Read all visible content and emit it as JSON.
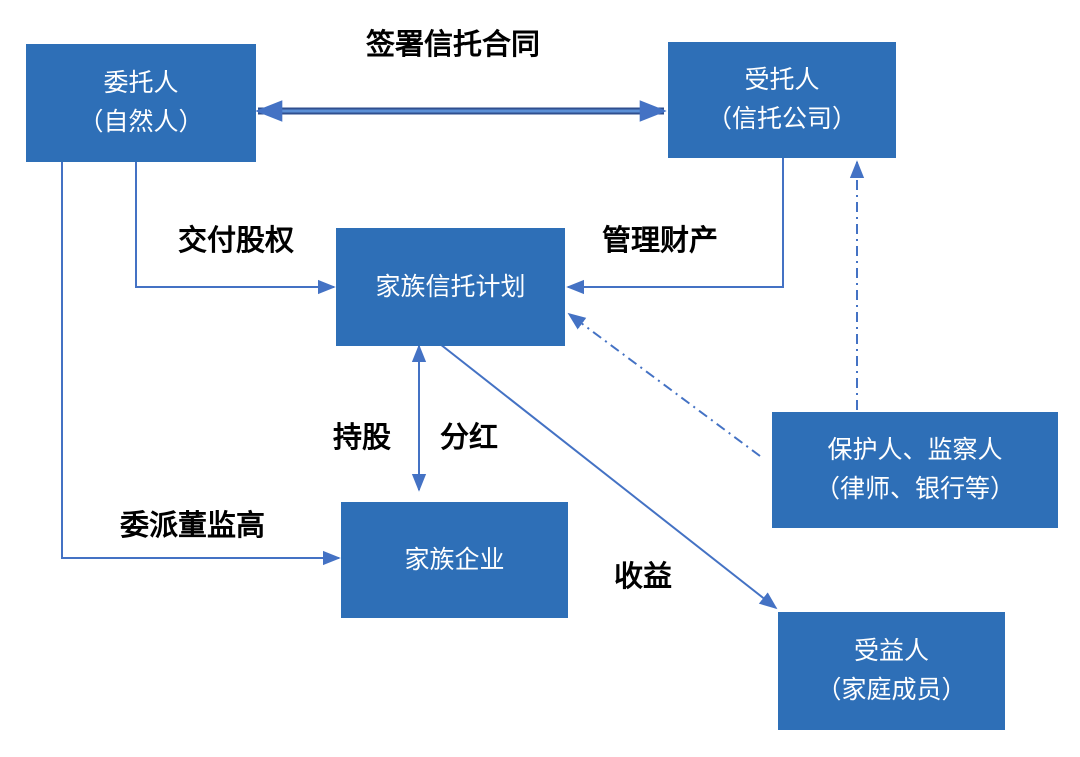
{
  "colors": {
    "node_fill": "#2e6fb7",
    "node_text": "#ffffff",
    "edge": "#4472c4",
    "label_text": "#000000"
  },
  "nodes": {
    "settlor": {
      "line1": "委托人",
      "line2": "（自然人）"
    },
    "trustee": {
      "line1": "受托人",
      "line2": "（信托公司）"
    },
    "trust_plan": {
      "line1": "家族信托计划"
    },
    "protector": {
      "line1": "保护人、监察人",
      "line2": "（律师、银行等）"
    },
    "family_business": {
      "line1": "家族企业"
    },
    "beneficiary": {
      "line1": "受益人",
      "line2": "（家庭成员）"
    }
  },
  "edge_labels": {
    "sign_contract": "签署信托合同",
    "deliver_equity": "交付股权",
    "manage_property": "管理财产",
    "hold_shares": "持股",
    "dividends": "分红",
    "appoint_directors": "委派董监高",
    "income": "收益"
  }
}
